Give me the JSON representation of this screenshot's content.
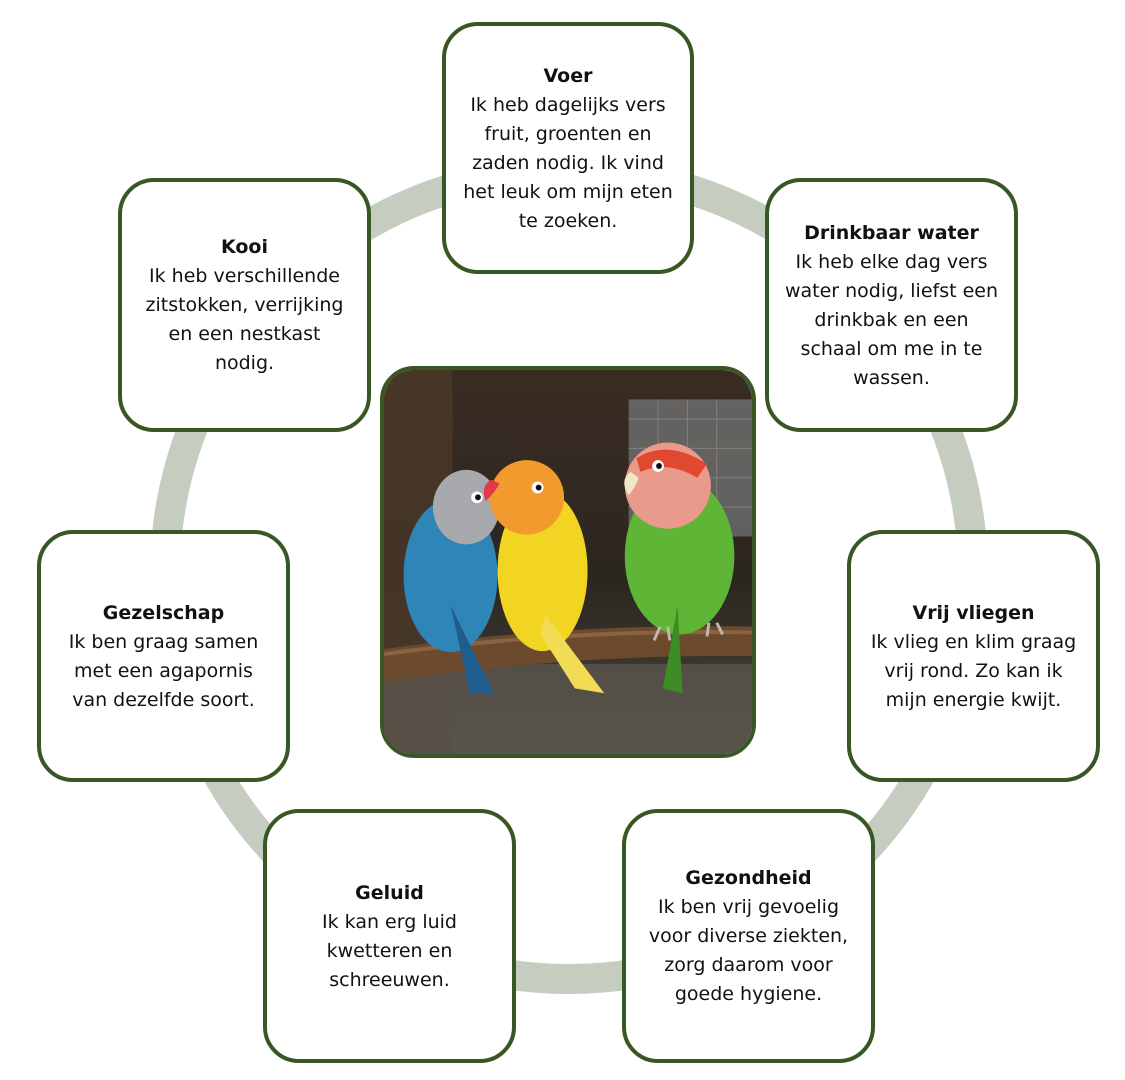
{
  "cards": {
    "voer": {
      "title": "Voer",
      "text": "Ik heb dagelijks vers fruit, groenten en zaden nodig. Ik vind het leuk om mijn eten te zoeken."
    },
    "drinkbaar_water": {
      "title": "Drinkbaar water",
      "text": "Ik heb elke dag vers water nodig, liefst een drinkbak en een schaal om me in te wassen."
    },
    "vrij_vliegen": {
      "title": "Vrij vliegen",
      "text": "Ik vlieg en klim graag vrij rond. Zo kan ik mijn energie kwijt."
    },
    "gezondheid": {
      "title": "Gezondheid",
      "text": "Ik ben vrij gevoelig voor diverse ziekten, zorg daarom voor goede hygiene."
    },
    "geluid": {
      "title": "Geluid",
      "text": "Ik kan erg luid kwetteren en schreeuwen."
    },
    "gezelschap": {
      "title": "Gezelschap",
      "text": "Ik ben graag samen met een agapornis van dezelfde soort."
    },
    "kooi": {
      "title": "Kooi",
      "text": "Ik heb verschillende zitstokken, verrijking en een nestkast nodig."
    }
  },
  "colors": {
    "card_border": "#385723",
    "ring": "#c5ccc0",
    "background": "#ffffff"
  }
}
